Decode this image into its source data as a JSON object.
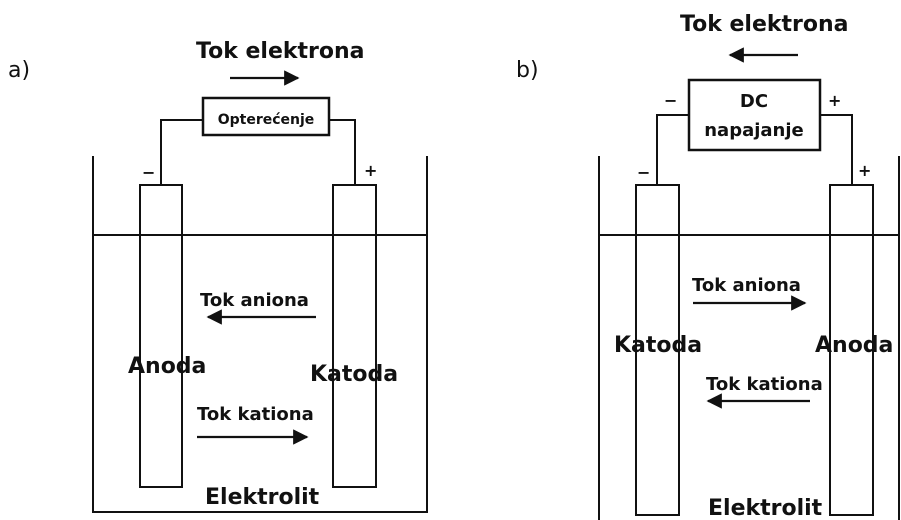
{
  "panel_a": {
    "label": "a)",
    "electron_flow": "Tok elektrona",
    "load": "Opterećenje",
    "minus_sign": "−",
    "plus_sign": "+",
    "left_electrode": "Anoda",
    "right_electrode": "Katoda",
    "anion_flow": "Tok aniona",
    "cation_flow": "Tok kationa",
    "electrolyte": "Elektrolit"
  },
  "panel_b": {
    "label": "b)",
    "electron_flow": "Tok elektrona",
    "supply_line1": "DC",
    "supply_line2": "napajanje",
    "supply_minus": "−",
    "supply_plus": "+",
    "minus_sign": "−",
    "plus_sign": "+",
    "left_electrode": "Katoda",
    "right_electrode": "Anoda",
    "anion_flow": "Tok aniona",
    "cation_flow": "Tok kationa",
    "electrolyte": "Elektrolit"
  }
}
